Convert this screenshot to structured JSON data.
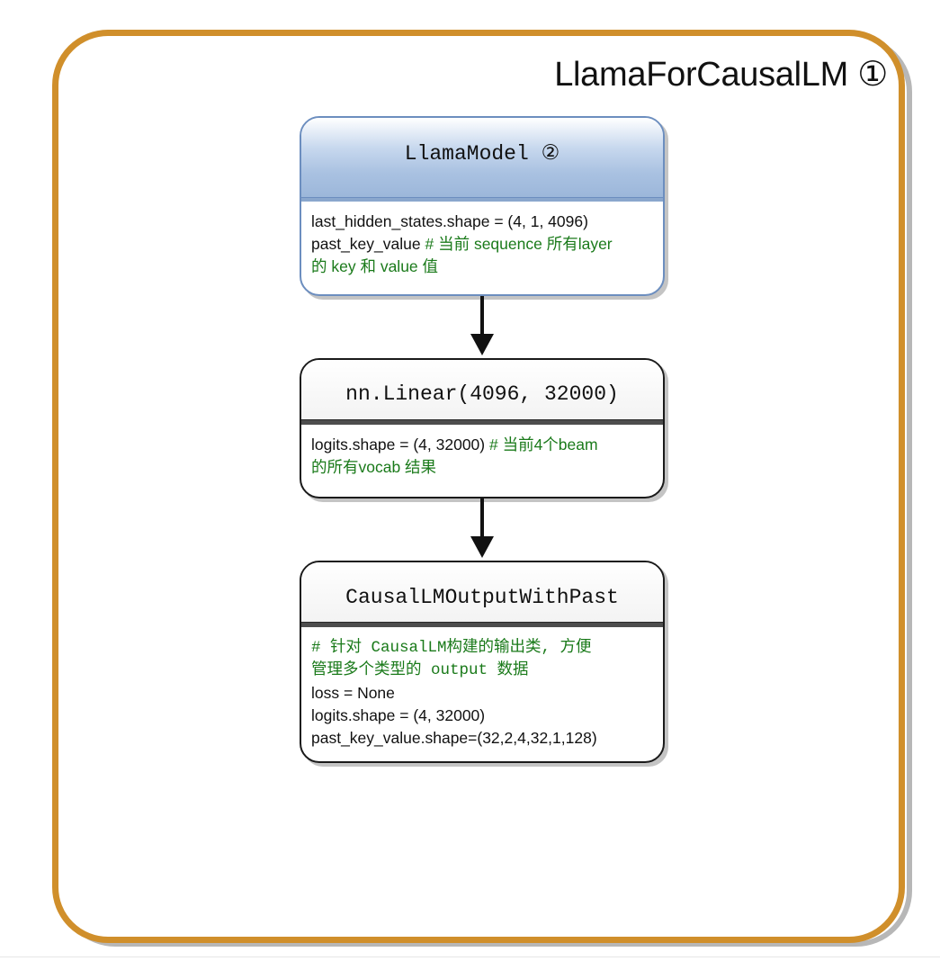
{
  "container": {
    "title": "LlamaForCausalLM ①"
  },
  "llama_model": {
    "title": "LlamaModel ②",
    "lines": [
      {
        "plain": "last_hidden_states.shape = (4, 1, 4096)",
        "comment": ""
      },
      {
        "plain": "past_key_value ",
        "comment": "# 当前 sequence 所有layer"
      },
      {
        "plain": "",
        "comment": "的 key 和 value 值"
      }
    ]
  },
  "linear": {
    "title": "nn.Linear(4096, 32000)",
    "lines": [
      {
        "plain": "logits.shape = (4, 32000)  ",
        "comment": "# 当前4个beam"
      },
      {
        "plain": "",
        "comment": "的所有vocab 结果"
      }
    ]
  },
  "output": {
    "title": "CausalLMOutputWithPast",
    "comment_lines": [
      "# 针对 CausalLM构建的输出类, 方便",
      "管理多个类型的 output 数据"
    ],
    "lines": [
      "loss = None",
      "logits.shape = (4, 32000)",
      "past_key_value.shape=(32,2,4,32,1,128)"
    ]
  },
  "colors": {
    "container_border": "#d08f2b",
    "header_blue": "#a9c1e1",
    "comment_green": "#1a7a1a"
  }
}
